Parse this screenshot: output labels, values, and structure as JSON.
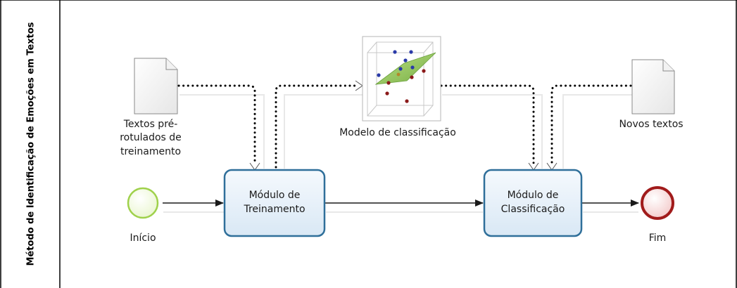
{
  "pool": {
    "title": "Método de Identificação de Emoções em Textos"
  },
  "events": {
    "start": {
      "label": "Início",
      "color": "#9fd14b"
    },
    "end": {
      "label": "Fim",
      "color": "#a11b1b"
    }
  },
  "tasks": {
    "training": {
      "line1": "Módulo de",
      "line2": "Treinamento"
    },
    "classification": {
      "line1": "Módulo de",
      "line2": "Classificação"
    }
  },
  "artifacts": {
    "training_texts": {
      "line1": "Textos pré-",
      "line2": "rotulados de",
      "line3": "treinamento"
    },
    "model": {
      "label": "Modelo de classificação",
      "icon": "3d-scatter-plane-icon"
    },
    "new_texts": {
      "label": "Novos textos"
    }
  },
  "colors": {
    "task_border": "#2f6f9a",
    "task_fill": "#eaf3fb",
    "flow": "#1a1a1a",
    "association": "#000000"
  }
}
